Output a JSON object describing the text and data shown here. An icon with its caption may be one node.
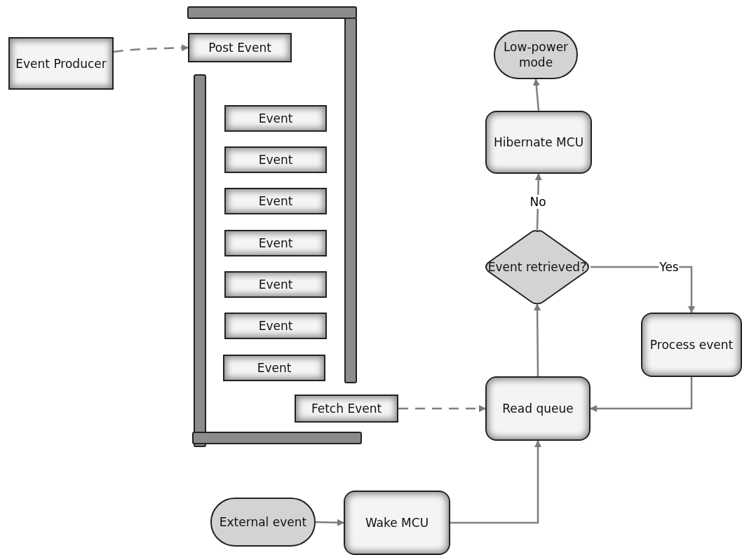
{
  "diagram": {
    "nodes": [
      {
        "text": [
          "Event Producer"
        ]
      },
      {
        "text": [
          "Post Event"
        ]
      },
      {
        "text": [
          "Event"
        ]
      },
      {
        "text": [
          "Event"
        ]
      },
      {
        "text": [
          "Event"
        ]
      },
      {
        "text": [
          "Event"
        ]
      },
      {
        "text": [
          "Event"
        ]
      },
      {
        "text": [
          "Event"
        ]
      },
      {
        "text": [
          "Event"
        ]
      },
      {
        "text": [
          "Fetch Event"
        ]
      },
      {
        "text": [
          "Low-power mode"
        ]
      },
      {
        "text": [
          "Hibernate MCU"
        ]
      },
      {
        "text": [
          "Event retrieved?"
        ]
      },
      {
        "text": [
          "Process event"
        ]
      },
      {
        "text": [
          "Read queue"
        ]
      },
      {
        "text": [
          "External event"
        ]
      },
      {
        "text": [
          "Wake MCU"
        ]
      }
    ],
    "edges": [
      {
        "from": 0,
        "to": 1,
        "arrow": "to",
        "style": "dashed"
      },
      {
        "from": 9,
        "to": 14,
        "arrow": "to",
        "style": "dashed"
      },
      {
        "from": 15,
        "to": 16,
        "arrow": "to"
      },
      {
        "from": 16,
        "to": 14,
        "arrow": "to"
      },
      {
        "from": 14,
        "to": 12,
        "arrow": "to"
      },
      {
        "from": 12,
        "to": 11,
        "arrow": "to",
        "label": "No"
      },
      {
        "from": 11,
        "to": 10,
        "arrow": "to"
      },
      {
        "from": 12,
        "to": 13,
        "arrow": "to",
        "label": "Yes"
      },
      {
        "from": 13,
        "to": 14,
        "arrow": "to"
      }
    ]
  }
}
